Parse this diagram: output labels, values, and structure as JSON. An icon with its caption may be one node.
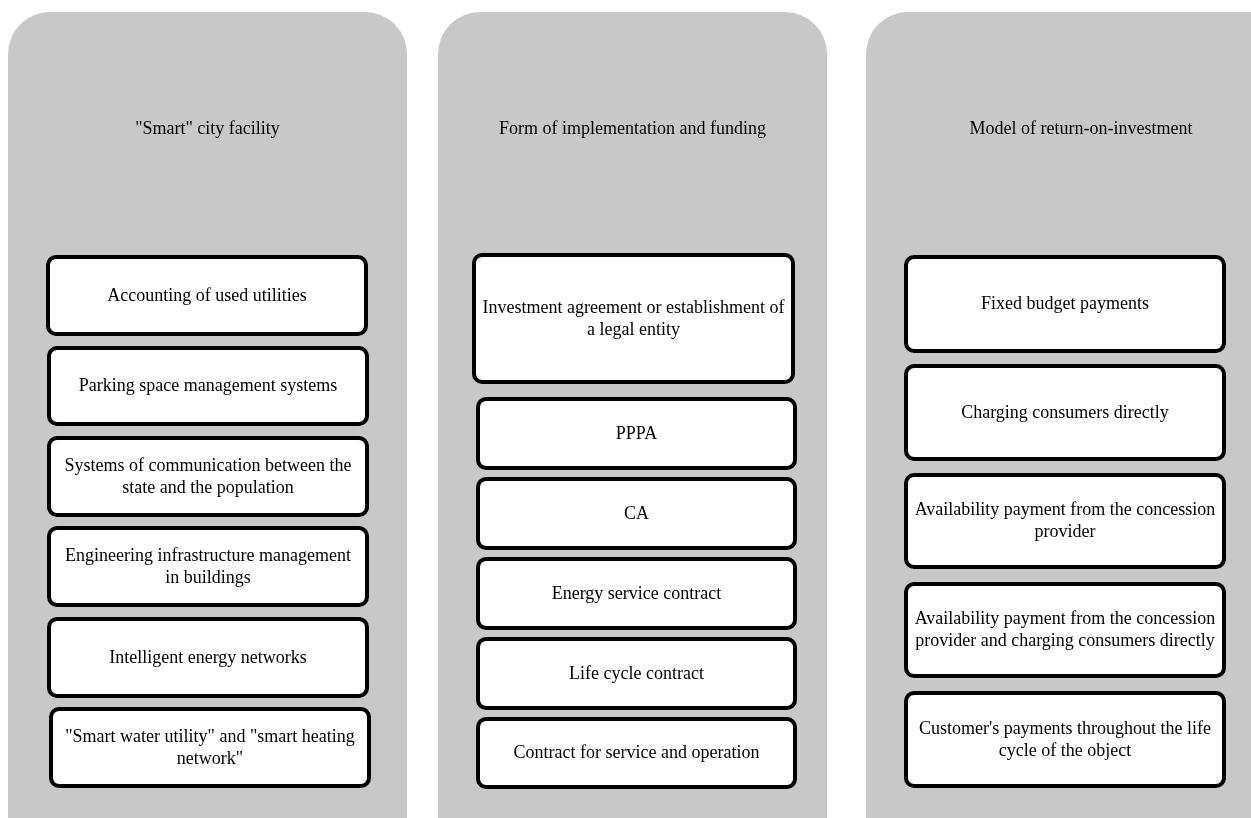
{
  "diagram": {
    "nodes": [
      {
        "text": [
          "\"Smart\" city facility"
        ]
      },
      {
        "text": [
          "Accounting of used utilities"
        ],
        "in": 0
      },
      {
        "text": [
          "Parking space management systems"
        ],
        "in": 0
      },
      {
        "text": [
          "Systems of communication between the state and the population"
        ],
        "in": 0
      },
      {
        "text": [
          "Engineering infrastructure management in buildings"
        ],
        "in": 0
      },
      {
        "text": [
          "Intelligent energy networks"
        ],
        "in": 0
      },
      {
        "text": [
          "\"Smart water utility\" and \"smart heating network\""
        ],
        "in": 0
      },
      {
        "text": [
          "Form of implementation and funding"
        ]
      },
      {
        "text": [
          "Investment agreement or establishment of a legal entity"
        ],
        "in": 7
      },
      {
        "text": [
          "PPPA"
        ],
        "in": 7
      },
      {
        "text": [
          "CA"
        ],
        "in": 7
      },
      {
        "text": [
          "Energy service contract"
        ],
        "in": 7
      },
      {
        "text": [
          "Life cycle contract"
        ],
        "in": 7
      },
      {
        "text": [
          "Contract for service and operation"
        ],
        "in": 7
      },
      {
        "text": [
          "Model of return-on-investment"
        ]
      },
      {
        "text": [
          "Fixed budget payments"
        ],
        "in": 14
      },
      {
        "text": [
          "Charging consumers directly"
        ],
        "in": 14
      },
      {
        "text": [
          "Availability payment from the concession provider"
        ],
        "in": 14
      },
      {
        "text": [
          "Availability payment from the concession provider and charging consumers directly"
        ],
        "in": 14
      },
      {
        "text": [
          "Customer's payments throughout the life cycle of the object"
        ],
        "in": 14
      }
    ]
  }
}
